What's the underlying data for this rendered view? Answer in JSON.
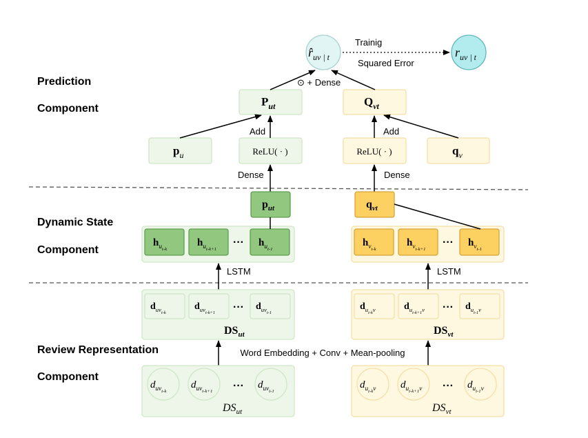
{
  "section_labels": {
    "prediction_line1": "Prediction",
    "prediction_line2": "Component",
    "dynamic_line1": "Dynamic State",
    "dynamic_line2": "Component",
    "review_line1": "Review Representation",
    "review_line2": "Component"
  },
  "edge_labels": {
    "training": "Trainig",
    "squared_error": "Squared Error",
    "hadamard_dense": "⊙ + Dense",
    "add_left": "Add",
    "add_right": "Add",
    "dense_left": "Dense",
    "dense_right": "Dense",
    "lstm_left": "LSTM",
    "lstm_right": "LSTM",
    "word_embedding": "Word Embedding + Conv + Mean-pooling"
  },
  "nodes": {
    "r_hat": {
      "main": "r̂",
      "sub": "uv | t"
    },
    "r": {
      "main": "r",
      "sub": "uv | t"
    },
    "P_ut": {
      "main": "P",
      "sub": "ut"
    },
    "Q_vt": {
      "main": "Q",
      "sub": "vt"
    },
    "p_u": {
      "main": "p",
      "sub": "u"
    },
    "q_v": {
      "main": "q",
      "sub": "v"
    },
    "relu_left": "ReLU( · )",
    "relu_right": "ReLU( · )",
    "p_ut_state": {
      "main": "p",
      "sub": "ut"
    },
    "q_vt_state": {
      "main": "q",
      "sub": "vt"
    },
    "ellipsis": "···"
  },
  "hidden_states": {
    "user": [
      {
        "main": "h",
        "sub": "u",
        "subsub": "t-k"
      },
      {
        "main": "h",
        "sub": "u",
        "subsub": "t-k+1"
      },
      {
        "main": "h",
        "sub": "u",
        "subsub": "t-1"
      }
    ],
    "item": [
      {
        "main": "h",
        "sub": "v",
        "subsub": "t-k"
      },
      {
        "main": "h",
        "sub": "v",
        "subsub": "t-k+1"
      },
      {
        "main": "h",
        "sub": "v",
        "subsub": "t-1"
      }
    ]
  },
  "review_vectors": {
    "user": [
      {
        "main": "d",
        "sub": "uv",
        "subsub": "t-k"
      },
      {
        "main": "d",
        "sub": "uv",
        "subsub": "t-k+1"
      },
      {
        "main": "d",
        "sub": "uv",
        "subsub": "t-1"
      }
    ],
    "item": [
      {
        "main": "d",
        "sub": "u",
        "subsub": "t-k",
        "tail": "v"
      },
      {
        "main": "d",
        "sub": "u",
        "subsub": "t-k+1",
        "tail": "v"
      },
      {
        "main": "d",
        "sub": "u",
        "subsub": "t-1",
        "tail": "v"
      }
    ],
    "ds_user": {
      "main": "DS",
      "sub": "ut"
    },
    "ds_item": {
      "main": "DS",
      "sub": "vt"
    }
  },
  "review_docs": {
    "user": [
      {
        "main": "d",
        "sub": "uv",
        "subsub": "t-k"
      },
      {
        "main": "d",
        "sub": "uv",
        "subsub": "t-k+1"
      },
      {
        "main": "d",
        "sub": "uv",
        "subsub": "t-1"
      }
    ],
    "item": [
      {
        "main": "d",
        "sub": "u",
        "subsub": "t-k",
        "tail": "v"
      },
      {
        "main": "d",
        "sub": "u",
        "subsub": "t-k+1",
        "tail": "v"
      },
      {
        "main": "d",
        "sub": "u",
        "subsub": "t-1",
        "tail": "v"
      }
    ],
    "ds_user": {
      "main": "DS",
      "sub": "ut"
    },
    "ds_item": {
      "main": "DS",
      "sub": "vt"
    }
  },
  "colors": {
    "green_fill_light": "#eef6ea",
    "green_stroke_light": "#cfe6c7",
    "green_fill_dark": "#92c77f",
    "green_stroke_dark": "#5f9e4e",
    "yellow_fill_light": "#fff8e1",
    "yellow_stroke_light": "#f4dfa7",
    "yellow_fill_dark": "#fdd062",
    "yellow_stroke_dark": "#d6a438",
    "rating_fill": "#e1f5f5",
    "rating_stroke": "#a9cfcf",
    "rating_true_fill": "#b3ecef",
    "rating_true_stroke": "#5fb6bd",
    "arrow": "#000000",
    "divider": "#555555"
  }
}
